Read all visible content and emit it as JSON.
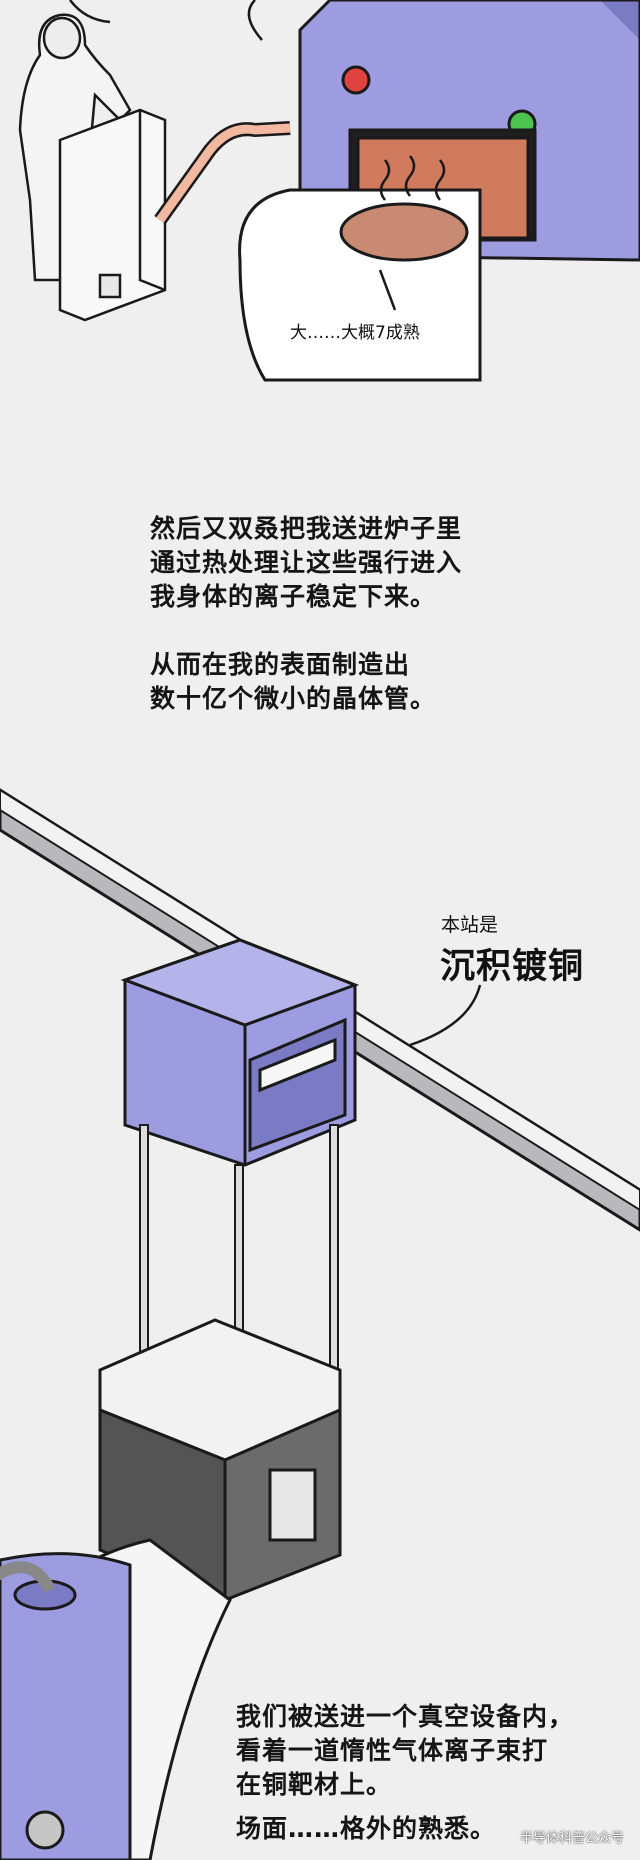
{
  "panel1": {
    "bubble_text": "大……大概7成熟"
  },
  "caption1": {
    "lines": [
      "然后又双叒把我送进炉子里",
      "通过热处理让这些强行进入",
      "我身体的离子稳定下来。",
      "从而在我的表面制造出",
      "数十亿个微小的晶体管。"
    ]
  },
  "panel2": {
    "station_label_small": "本站是",
    "station_label_large": "沉积镀铜"
  },
  "caption2": {
    "lines": [
      "我们被送进一个真空设备内，",
      "看着一道惰性气体离子束打",
      "在铜靶材上。",
      "场面……格外的熟悉。"
    ]
  },
  "watermark": "半导体科普公众号",
  "colors": {
    "machine_purple": "#9d9ce0",
    "machine_purple_dark": "#7b7ac4",
    "light_red": "#e04141",
    "light_green": "#4ec24e",
    "heat_glow": "#f08a6a",
    "wafer": "#c98a74",
    "background": "#efeff0"
  },
  "icons": [
    "suit-worker",
    "furnace",
    "wafer",
    "rail",
    "deposition-machine",
    "vacuum-chamber"
  ]
}
